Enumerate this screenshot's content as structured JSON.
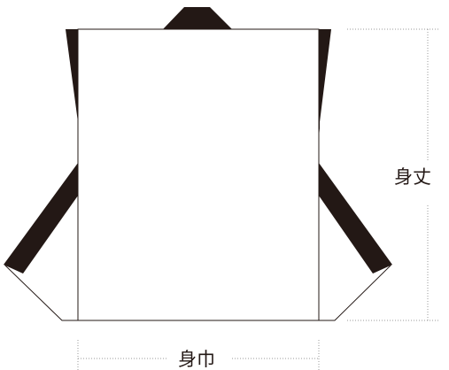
{
  "diagram": {
    "garment": "happi-coat",
    "colors": {
      "body": "#ffffff",
      "trim": "#231815",
      "outline": "#231815",
      "dimension_line": "#999999"
    }
  },
  "dimensions": {
    "height_label": "身丈",
    "width_label": "身巾"
  }
}
